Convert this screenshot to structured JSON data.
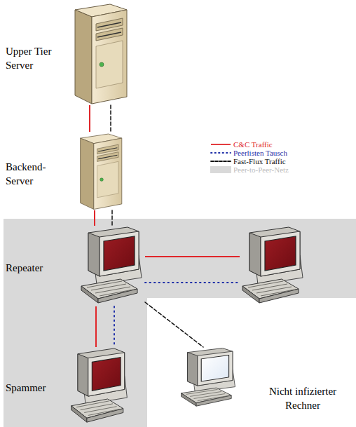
{
  "diagram": {
    "nodes": [
      {
        "text": [
          "Upper Tier Server"
        ]
      },
      {
        "text": [
          "Backend- Server"
        ]
      },
      {
        "text": [
          "Repeater"
        ]
      },
      {
        "text": []
      },
      {
        "text": [
          "Spammer"
        ]
      },
      {
        "text": [
          "Nicht infizierter Rechner"
        ]
      }
    ],
    "edges": [
      {
        "from": 0,
        "to": 1,
        "arrow": "none"
      },
      {
        "from": 0,
        "to": 1,
        "arrow": "none"
      },
      {
        "from": 1,
        "to": 2,
        "arrow": "none"
      },
      {
        "from": 1,
        "to": 2,
        "arrow": "none"
      },
      {
        "from": 2,
        "to": 3,
        "arrow": "none"
      },
      {
        "from": 2,
        "to": 3,
        "arrow": "none"
      },
      {
        "from": 2,
        "to": 4,
        "arrow": "none"
      },
      {
        "from": 2,
        "to": 4,
        "arrow": "none"
      },
      {
        "from": 2,
        "to": 5,
        "arrow": "none"
      }
    ],
    "legend": [
      {
        "text": "C&C Traffic"
      },
      {
        "text": "Peerlisten Tausch"
      },
      {
        "text": "Fast-Flux Traffic"
      },
      {
        "text": "Peer-to-Peer-Netz",
        "color": "#d9d9d9"
      }
    ]
  }
}
